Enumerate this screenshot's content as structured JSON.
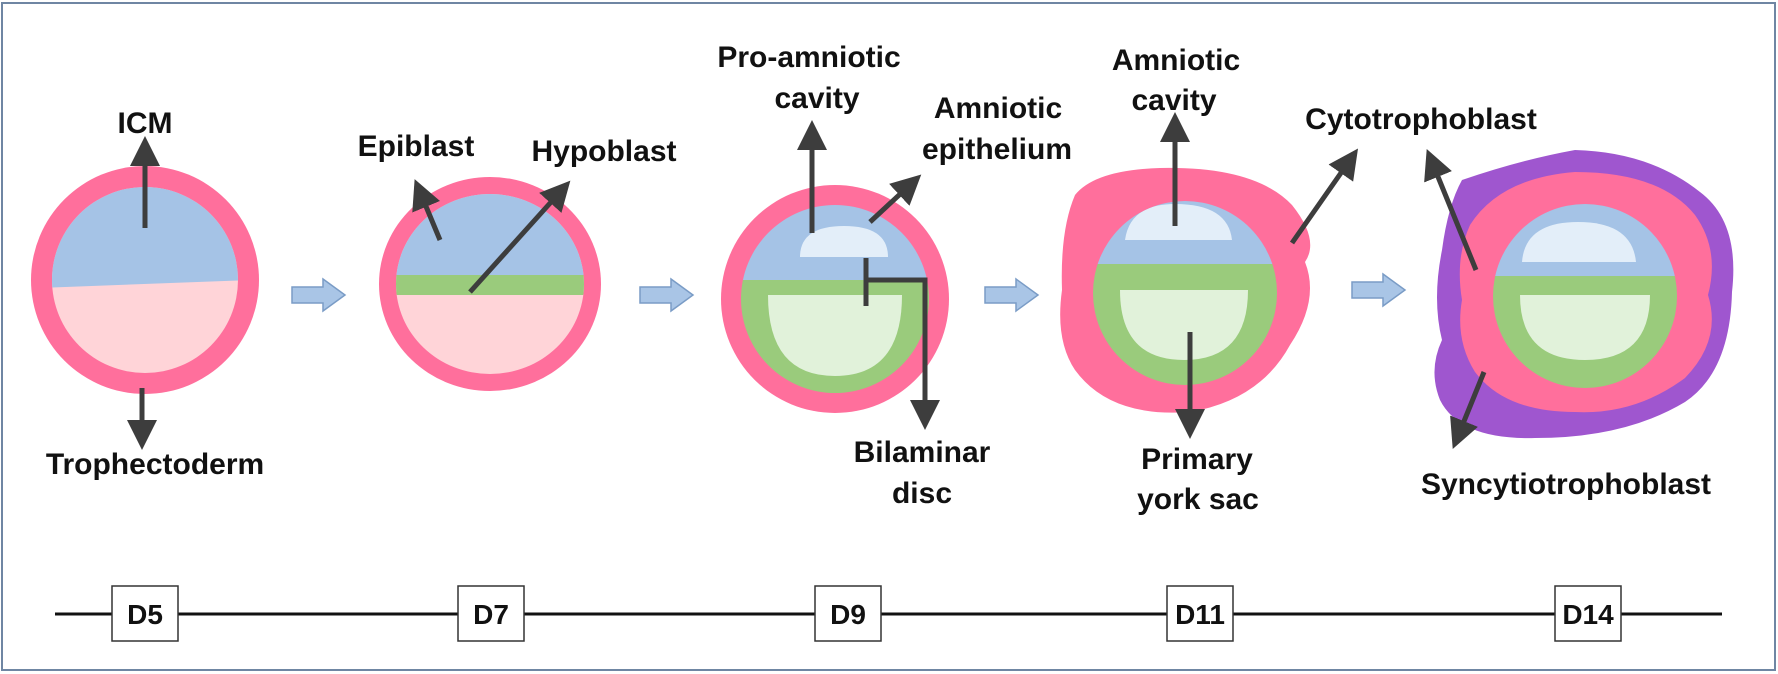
{
  "colors": {
    "trophoblast": "#ff6f9c",
    "inner_lower": "#ffd4d8",
    "epiblast": "#a5c3e6",
    "hypoblast": "#9acb7c",
    "cavity": "#e3eef9",
    "yolk_sac": "#e1f2da",
    "syncytiotrophoblast": "#9f56cf",
    "arrow": "#3d3d3d",
    "stage_arrow": "#a9c5e6",
    "frame": "#6f86a3"
  },
  "stages": [
    {
      "day": "D5",
      "labels": {
        "top": "ICM",
        "bottom": "Trophectoderm"
      }
    },
    {
      "day": "D7",
      "labels": {
        "left": "Epiblast",
        "right": "Hypoblast"
      }
    },
    {
      "day": "D9",
      "labels": {
        "cavity_line1": "Pro-amniotic",
        "cavity_line2": "cavity",
        "epithelium_line1": "Amniotic",
        "epithelium_line2": "epithelium",
        "disc_line1": "Bilaminar",
        "disc_line2": "disc"
      }
    },
    {
      "day": "D11",
      "labels": {
        "cavity_line1": "Amniotic",
        "cavity_line2": "cavity",
        "yolk_line1": "Primary",
        "yolk_line2": "york sac",
        "cyto": "Cytotrophoblast"
      }
    },
    {
      "day": "D14",
      "labels": {
        "syncytio": "Syncytiotrophoblast"
      }
    }
  ]
}
